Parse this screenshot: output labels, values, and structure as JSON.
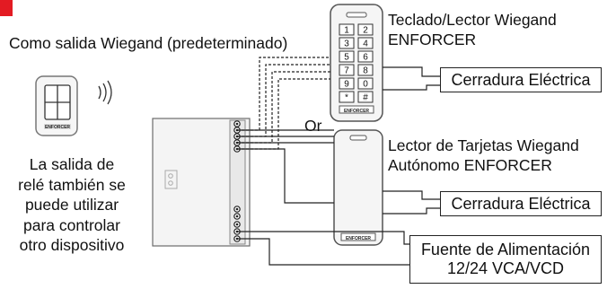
{
  "captions": {
    "wiegand_mode": "Como salida Wiegand (predeterminado)",
    "relay_note": [
      "La salida de",
      "relé también se",
      "puede utilizar",
      "para controlar",
      "otro dispositivo"
    ],
    "keypad_title": [
      "Teclado/Lector Wiegand",
      "ENFORCER"
    ],
    "card_reader_title": [
      "Lector de Tarjetas Wiegand",
      "Autónomo ENFORCER"
    ],
    "or_label": "Or"
  },
  "boxes": {
    "lock_top": "Cerradura Eléctrica",
    "lock_bottom": "Cerradura Eléctrica",
    "power_supply": [
      "Fuente de Alimentación",
      "12/24 VCA/VCD"
    ]
  },
  "devices": {
    "keypad_keys": [
      "1",
      "2",
      "3",
      "4",
      "5",
      "6",
      "7",
      "8",
      "9",
      "0",
      "*",
      "#"
    ],
    "brand_label": "ENFORCER"
  },
  "colors": {
    "accent_red": "#e31b23",
    "line": "#222222",
    "device_fill": "#f4f4f4",
    "device_border": "#6b6b6b"
  }
}
